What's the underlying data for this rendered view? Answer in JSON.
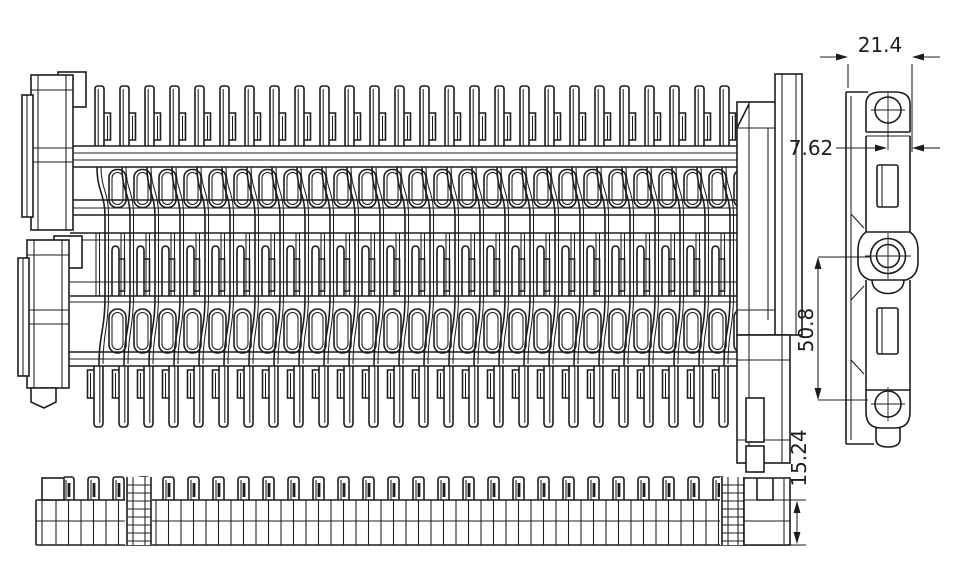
{
  "drawing": {
    "background_color": "#ffffff",
    "line_color": "#1d1d1d",
    "views": {
      "plan": {
        "tooth_columns": 26
      },
      "elevation": {
        "tooth_columns": 27
      },
      "side": {
        "hinge_holes": 3,
        "slots": 2
      }
    },
    "dimensions": {
      "module_width": "21.4",
      "hinge_offset": "7.62",
      "pitch": "50.8",
      "thickness": "15.24"
    }
  }
}
